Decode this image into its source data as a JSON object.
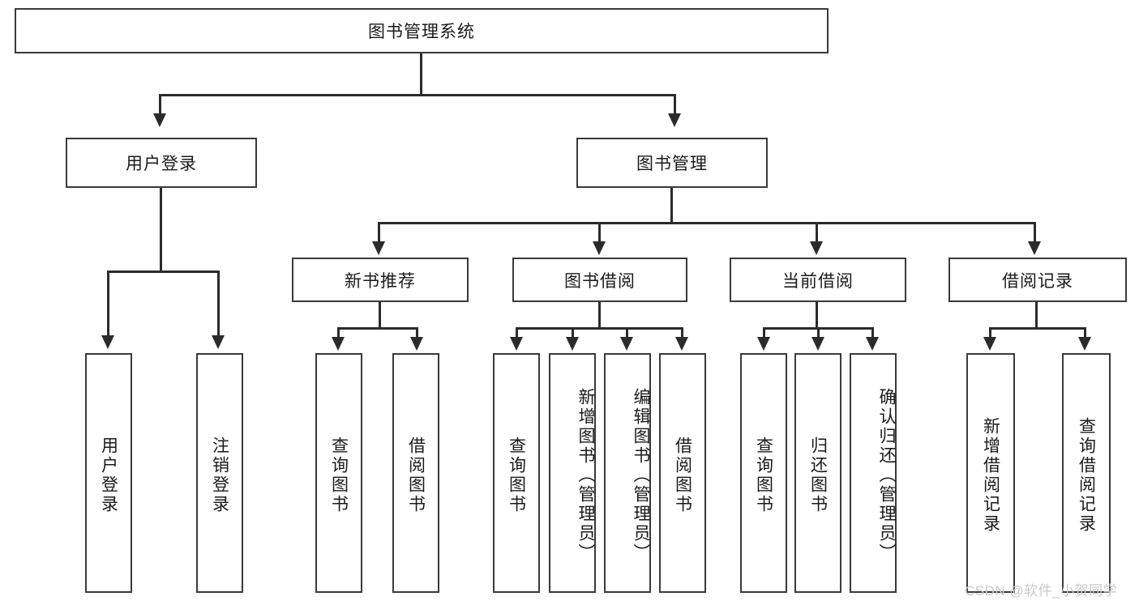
{
  "diagram": {
    "title": "图书管理系统",
    "root": {
      "label": "图书管理系统"
    },
    "level2": [
      {
        "label": "用户登录"
      },
      {
        "label": "图书管理"
      }
    ],
    "level3": [
      {
        "label": "新书推荐"
      },
      {
        "label": "图书借阅"
      },
      {
        "label": "当前借阅"
      },
      {
        "label": "借阅记录"
      }
    ],
    "leaves": {
      "user_login": [
        {
          "label": "用户登录"
        },
        {
          "label": "注销登录"
        }
      ],
      "new_book_recommend": [
        {
          "label": "查询图书"
        },
        {
          "label": "借阅图书"
        }
      ],
      "book_borrow": [
        {
          "label": "查询图书"
        },
        {
          "label": "新增图书（管理员）"
        },
        {
          "label": "编辑图书（管理员）"
        },
        {
          "label": "借阅图书"
        }
      ],
      "current_borrow": [
        {
          "label": "查询图书"
        },
        {
          "label": "归还图书"
        },
        {
          "label": "确认归还（管理员）"
        }
      ],
      "borrow_record": [
        {
          "label": "新增借阅记录"
        },
        {
          "label": "查询借阅记录"
        }
      ]
    }
  },
  "watermark": {
    "text": "CSDN @软件_小贺同学"
  },
  "colors": {
    "border": "#3a3a3a",
    "connector": "#2b2b2b",
    "background": "#ffffff",
    "text": "#1a1a1a",
    "watermark": "#c9c9c9"
  }
}
